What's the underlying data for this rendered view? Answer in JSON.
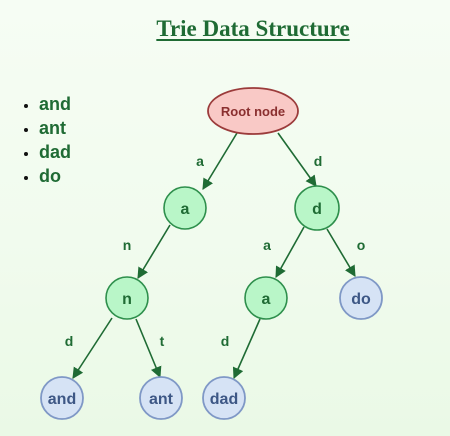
{
  "title": "Trie Data Structure",
  "words": [
    "and",
    "ant",
    "dad",
    "do"
  ],
  "nodes": {
    "root": "Root node",
    "a": "a",
    "d": "d",
    "an": "n",
    "da": "a",
    "and": "and",
    "ant": "ant",
    "dad": "dad",
    "do": "do"
  },
  "edges": {
    "root_a": "a",
    "root_d": "d",
    "a_n": "n",
    "d_a": "a",
    "d_o": "o",
    "n_d": "d",
    "n_t": "t",
    "a_d": "d"
  },
  "colors": {
    "title": "#1f6b34",
    "root_fill": "#f9c9c6",
    "root_stroke": "#9b3b3b",
    "root_text": "#8a2f2f",
    "internal_fill": "#b9f6c8",
    "internal_stroke": "#2e8f4c",
    "leaf_fill": "#d6e3f5",
    "leaf_stroke": "#7f98c6",
    "leaf_text": "#3d5785",
    "edge": "#1f6b34"
  }
}
